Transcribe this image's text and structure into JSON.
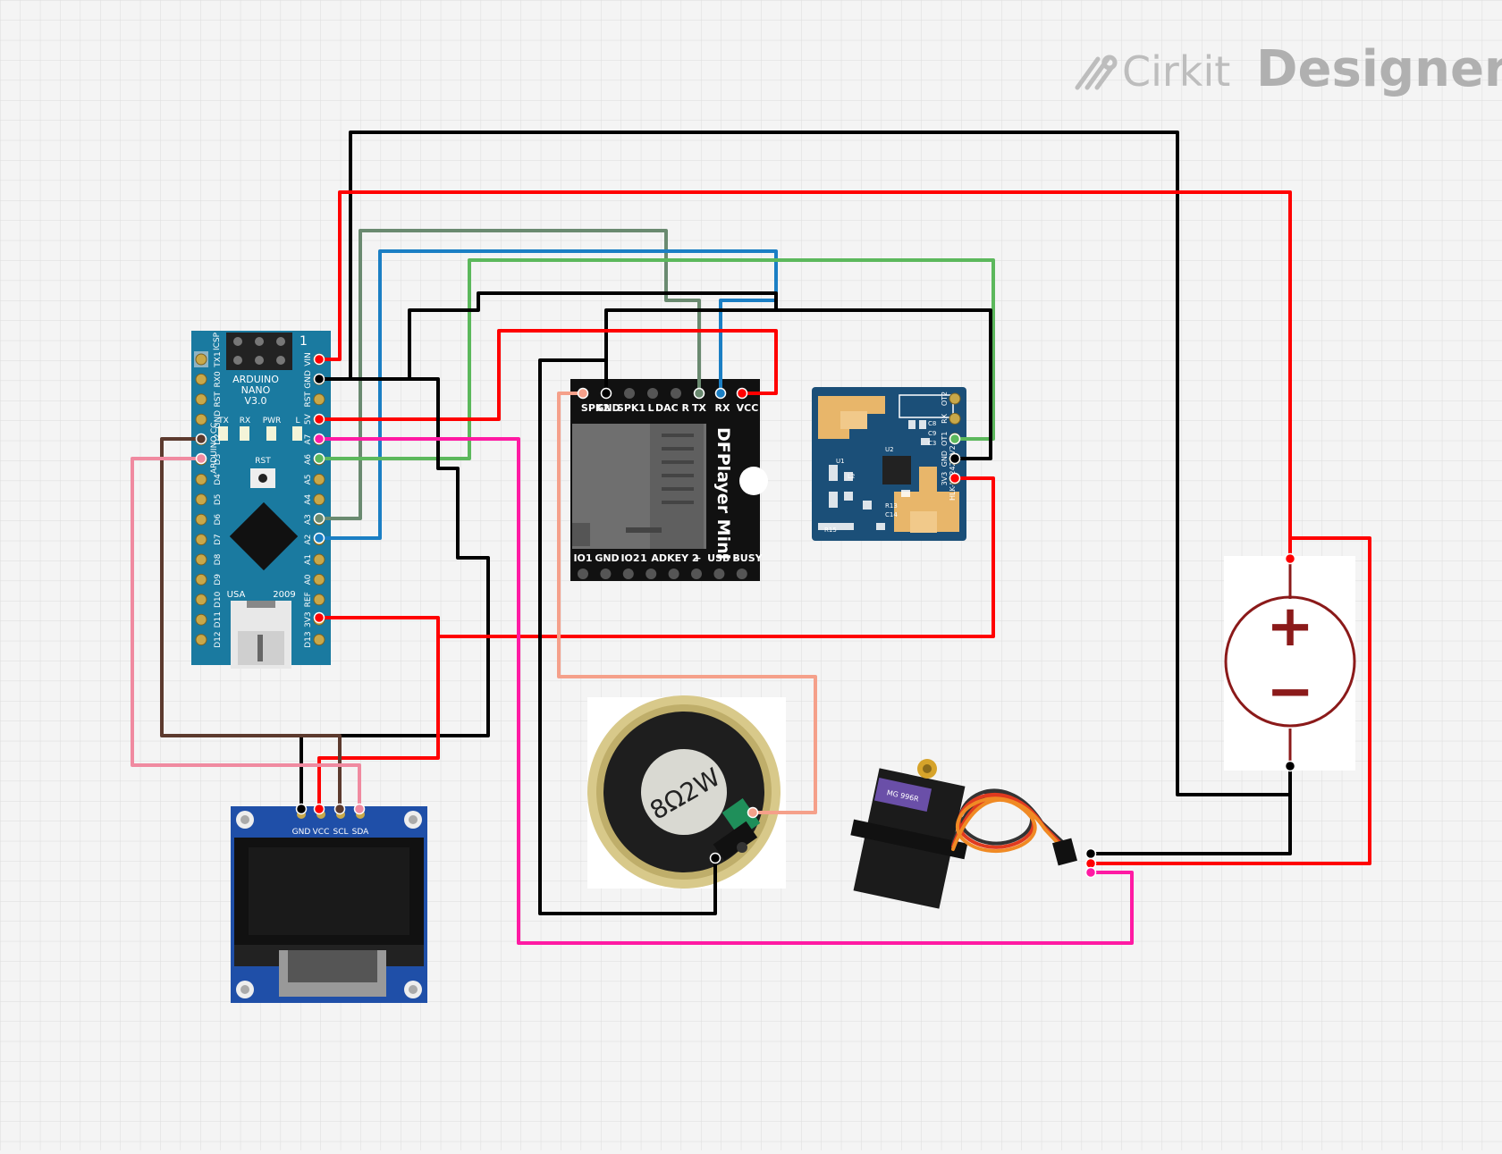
{
  "app": {
    "brand_prefix": "Cirkit",
    "brand_name": "Designer",
    "logo_icon": "cirkit-logo-icon"
  },
  "components": {
    "arduino": {
      "model_line1": "ARDUINO",
      "model_line2": "NANO",
      "model_line3": "V3.0",
      "site": "ARDUINO.CC",
      "origin": "USA",
      "year": "2009",
      "icsp": "ICSP",
      "icsp_pin1": "1",
      "reset_label": "RST",
      "leds": [
        "TX",
        "RX",
        "PWR",
        "L"
      ],
      "left_pins": [
        "TX1",
        "RX0",
        "RST",
        "GND",
        "D2",
        "D3",
        "D4",
        "D5",
        "D6",
        "D7",
        "D8",
        "D9",
        "D10",
        "D11",
        "D12"
      ],
      "right_pins": [
        "VIN",
        "GND",
        "RST",
        "5V",
        "A7",
        "A6",
        "A5",
        "A4",
        "A3",
        "A2",
        "A1",
        "A0",
        "REF",
        "3V3",
        "D13"
      ]
    },
    "dfplayer": {
      "title": "DFPlayer Mini",
      "top_pins": [
        "SPK2",
        "GND",
        "SPK1",
        "L",
        "DAC R",
        "TX",
        "RX",
        "VCC"
      ],
      "bottom_pins": [
        "IO1",
        "GND",
        "IO2",
        "1",
        "ADKEY 2",
        "+",
        "USB -",
        "BUSY"
      ]
    },
    "radar": {
      "board_name": "HLK-LD2420-V2.0",
      "pins": [
        "OT2",
        "RX",
        "OT1",
        "GND",
        "3V3"
      ],
      "silk": [
        "C8",
        "C9",
        "C3",
        "U2",
        "U1",
        "L2",
        "R13",
        "C14",
        "R15"
      ]
    },
    "oled": {
      "pins": [
        "GND",
        "VCC",
        "SCL",
        "SDA"
      ]
    },
    "speaker": {
      "label": "8Ω2W"
    },
    "servo": {
      "label": "MG 996R"
    },
    "battery": {
      "plus": "+",
      "minus": "−"
    }
  },
  "wire_colors": {
    "black": "#000000",
    "red": "#ff0000",
    "gray_green": "#6a8a70",
    "blue": "#1b7fc4",
    "green": "#5cb85c",
    "brown": "#5c3a2e",
    "pink": "#f08aa0",
    "magenta": "#ff1aa3",
    "salmon": "#f5a08a"
  }
}
